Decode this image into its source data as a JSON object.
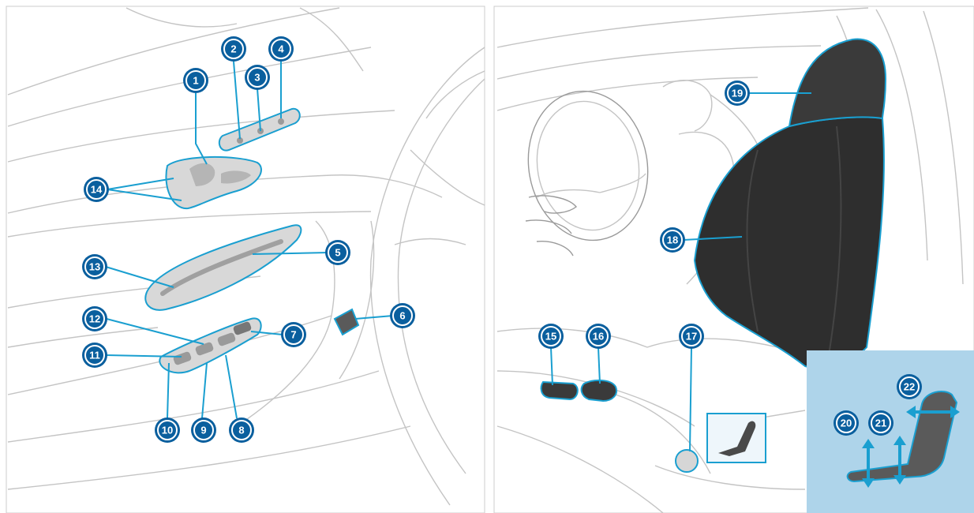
{
  "callouts": [
    {
      "id": "callout-1",
      "label": "1"
    },
    {
      "id": "callout-2",
      "label": "2"
    },
    {
      "id": "callout-3",
      "label": "3"
    },
    {
      "id": "callout-4",
      "label": "4"
    },
    {
      "id": "callout-5",
      "label": "5"
    },
    {
      "id": "callout-6",
      "label": "6"
    },
    {
      "id": "callout-7",
      "label": "7"
    },
    {
      "id": "callout-8",
      "label": "8"
    },
    {
      "id": "callout-9",
      "label": "9"
    },
    {
      "id": "callout-10",
      "label": "10"
    },
    {
      "id": "callout-11",
      "label": "11"
    },
    {
      "id": "callout-12",
      "label": "12"
    },
    {
      "id": "callout-13",
      "label": "13"
    },
    {
      "id": "callout-14",
      "label": "14"
    },
    {
      "id": "callout-15",
      "label": "15"
    },
    {
      "id": "callout-16",
      "label": "16"
    },
    {
      "id": "callout-17",
      "label": "17"
    },
    {
      "id": "callout-18",
      "label": "18"
    },
    {
      "id": "callout-19",
      "label": "19"
    },
    {
      "id": "callout-20",
      "label": "20"
    },
    {
      "id": "callout-21",
      "label": "21"
    },
    {
      "id": "callout-22",
      "label": "22"
    }
  ],
  "colors": {
    "callout_fill": "#0a5f9e",
    "leader": "#1a9fd0",
    "inset_bg": "#aed4ea",
    "seat": "#2e2e2e"
  }
}
